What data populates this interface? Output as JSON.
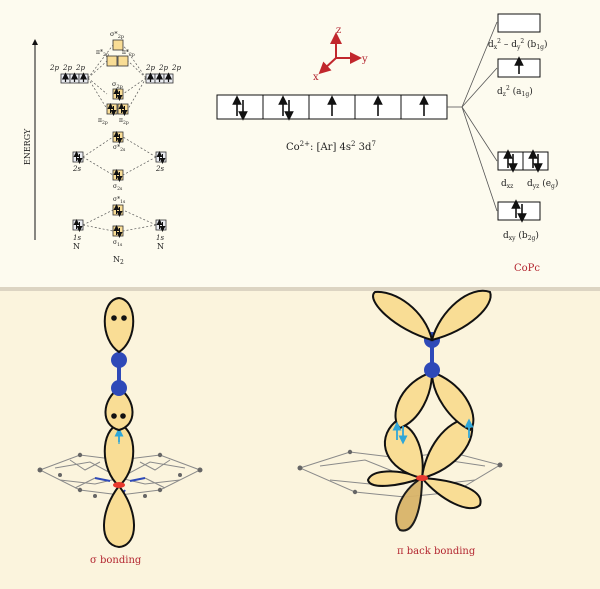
{
  "mo_diagram": {
    "energy_label": "ENERGY",
    "left_atom": "N",
    "right_atom": "N",
    "molecule": "N",
    "molecule_sub": "2",
    "orbital_2p": "2p",
    "orbital_2s": "2s",
    "orbital_1s": "1s",
    "sigma_star_2p": "σ*",
    "sigma_star_2p_sub": "2p",
    "pi_star_2p": "π*",
    "pi_star_2p_sub": "2p",
    "sigma_2p": "σ",
    "sigma_2p_sub": "2p",
    "pi_2p": "π",
    "pi_2p_sub": "2p",
    "sigma_star_2s": "σ*",
    "sigma_star_2s_sub": "2s",
    "sigma_2s": "σ",
    "sigma_2s_sub": "2s",
    "sigma_star_1s": "σ*",
    "sigma_star_1s_sub": "1s",
    "sigma_1s": "σ",
    "sigma_1s_sub": "1s"
  },
  "axes": {
    "z": "z",
    "y": "y",
    "x": "x"
  },
  "cobalt": {
    "config_ion": "Co",
    "config_charge": "2+",
    "config_rest": ": [Ar] 4s",
    "config_s_exp": "2",
    "config_d": " 3d",
    "config_d_exp": "7",
    "d_levels": {
      "b1g_label": "d",
      "b1g_sub1": "x",
      "b1g_sup1": "2",
      "b1g_minus": " – d",
      "b1g_sub2": "y",
      "b1g_sup2": "2",
      "b1g_sym": " (b",
      "b1g_sym_sub": "1g",
      "b1g_close": ")",
      "a1g_label": "d",
      "a1g_sub": "z",
      "a1g_sup": "2",
      "a1g_sym": " (a",
      "a1g_sym_sub": "1g",
      "a1g_close": ")",
      "xz_label": "d",
      "xz_sub": "xz",
      "yz_label": "d",
      "yz_sub": "yz",
      "eg_sym": " (e",
      "eg_sym_sub": "g",
      "eg_close": ")",
      "xy_label": "d",
      "xy_sub": "xy",
      "b2g_sym": " (b",
      "b2g_sym_sub": "2g",
      "b2g_close": ")"
    },
    "complex": "CoPc"
  },
  "bottom": {
    "sigma_caption": "σ bonding",
    "pi_caption": "π back bonding"
  },
  "colors": {
    "orbital_fill": "#f9dd95",
    "orbital_stroke": "#111111",
    "atom": "#2e49b8",
    "arrow": "#2fa6d8",
    "caption": "#b32630",
    "axis": "#c1272d",
    "box_fill": "#ebedf2"
  }
}
